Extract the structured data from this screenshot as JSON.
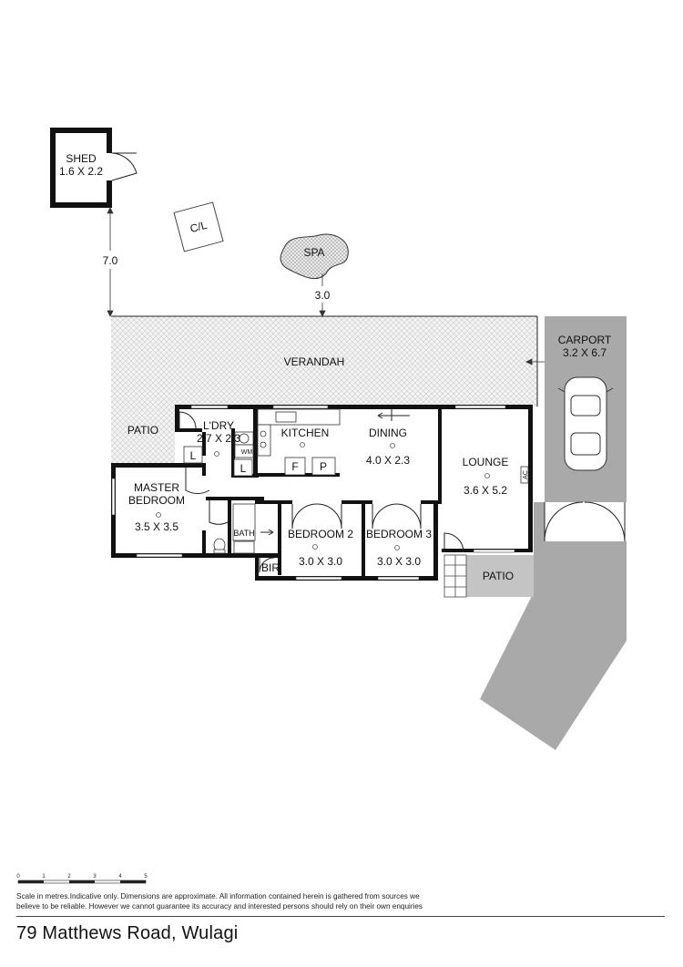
{
  "rooms": {
    "shed": {
      "name": "SHED",
      "dims": "1.6 X 2.2"
    },
    "clothesline": {
      "name": "C/L"
    },
    "spa": {
      "name": "SPA"
    },
    "verandah": {
      "name": "VERANDAH"
    },
    "carport": {
      "name": "CARPORT",
      "dims": "3.2 X 6.7"
    },
    "patio_left": {
      "name": "PATIO"
    },
    "laundry": {
      "name": "L'DRY",
      "dims": "2.7 X 2.3"
    },
    "kitchen": {
      "name": "KITCHEN"
    },
    "dining": {
      "name": "DINING",
      "dims": "4.0 X 2.3"
    },
    "lounge": {
      "name": "LOUNGE",
      "dims": "3.6 X 5.2"
    },
    "master": {
      "name_line1": "MASTER",
      "name_line2": "BEDROOM",
      "dims": "3.5 X 3.5"
    },
    "bath": {
      "name": "BATH"
    },
    "bedroom2": {
      "name": "BEDROOM 2",
      "dims": "3.0 X 3.0"
    },
    "bedroom3": {
      "name": "BEDROOM 3",
      "dims": "3.0 X 3.0"
    },
    "bir": {
      "name": "BIR"
    },
    "patio_right": {
      "name": "PATIO"
    }
  },
  "fixtures": {
    "linen1": "L",
    "linen2": "L",
    "washing_machine": "WM",
    "fridge": "F",
    "pantry": "P",
    "air_con": "AC"
  },
  "measurements": {
    "shed_distance": "7.0",
    "spa_distance": "3.0"
  },
  "scale_bar": {
    "ticks": [
      "0",
      "1",
      "2",
      "3",
      "4",
      "5"
    ]
  },
  "disclaimer": {
    "line1": "Scale in metres.Indicative only. Dimensions are approximate. All information contained herein is gathered from sources we",
    "line2": "believe to be reliable. However we cannot guarantee its accuracy and interested persons should rely on their own enquiries"
  },
  "address": "79 Matthews Road, Wulagi",
  "colors": {
    "walls": "#111111",
    "driveway": "#a9a9a9",
    "patio": "#c4c4c4",
    "verandah_hatch": "#cfcfcf"
  }
}
